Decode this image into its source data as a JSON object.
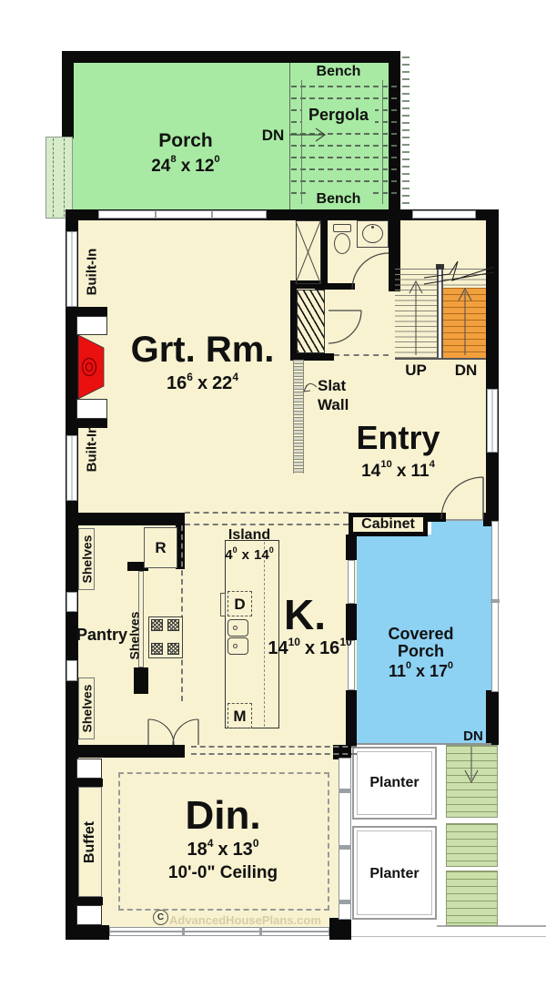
{
  "rooms": {
    "porch": {
      "name": "Porch",
      "f1": "24",
      "i1": "8",
      "sep": "x",
      "f2": "12",
      "i2": "0"
    },
    "great_room": {
      "name": "Grt. Rm.",
      "f1": "16",
      "i1": "6",
      "sep": "x",
      "f2": "22",
      "i2": "4"
    },
    "entry": {
      "name": "Entry",
      "f1": "14",
      "i1": "10",
      "sep": "x",
      "f2": "11",
      "i2": "4"
    },
    "kitchen": {
      "name": "K.",
      "f1": "14",
      "i1": "10",
      "sep": "x",
      "f2": "16",
      "i2": "10"
    },
    "island": {
      "name": "Island",
      "f1": "4",
      "i1": "0",
      "sep": "x",
      "f2": "14",
      "i2": "0"
    },
    "covered_porch": {
      "name_line1": "Covered",
      "name_line2": "Porch",
      "f1": "11",
      "i1": "0",
      "sep": "x",
      "f2": "17",
      "i2": "0"
    },
    "dining": {
      "name": "Din.",
      "f1": "18",
      "i1": "4",
      "sep": "x",
      "f2": "13",
      "i2": "0",
      "ceiling": "10'-0\" Ceiling"
    },
    "pantry": {
      "name": "Pantry"
    }
  },
  "features": {
    "bench_top": "Bench",
    "bench_bottom": "Bench",
    "pergola": "Pergola",
    "porch_dn": "DN",
    "stairs_up": "UP",
    "stairs_dn": "DN",
    "exterior_dn": "DN",
    "built_in_top": "Built-In",
    "built_in_bottom": "Built-In",
    "slat_wall_line1": "Slat",
    "slat_wall_line2": "Wall",
    "cabinet": "Cabinet",
    "buffet": "Buffet",
    "shelves_top": "Shelves",
    "shelves_middle": "Shelves",
    "shelves_bottom": "Shelves",
    "planter_top": "Planter",
    "planter_bottom": "Planter",
    "refrigerator": "R",
    "dishwasher": "D",
    "microwave": "M"
  },
  "footer": {
    "copyright_symbol": "C",
    "watermark": "AdvancedHousePlans.com"
  },
  "colors": {
    "floor": "#F8F2D0",
    "porch_green": "#A8EAA3",
    "step_green": "#D6EBC8",
    "covered_porch_blue": "#8DD1F3",
    "stair_orange": "#F2A03D",
    "exterior_stair_green": "#CBDFAA",
    "fireplace_red": "#EA1010",
    "wall": "#0B0B0B"
  }
}
